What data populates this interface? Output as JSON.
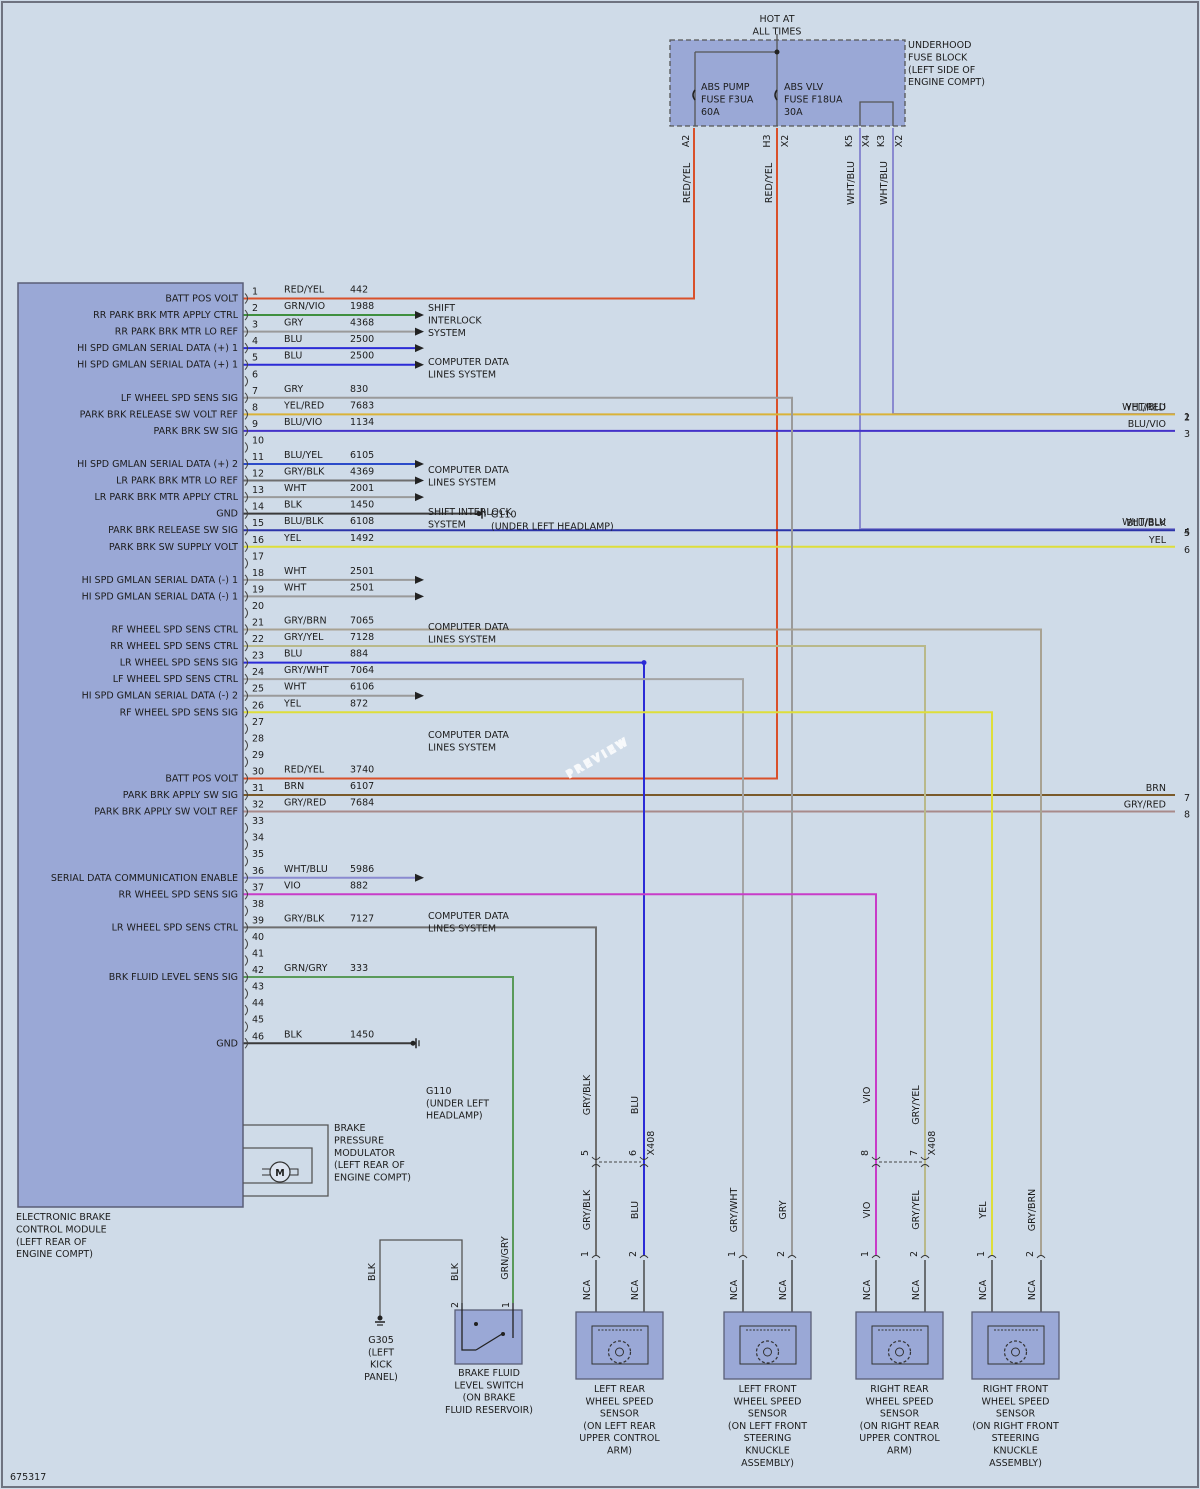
{
  "colors": {
    "background": "#cfdbe8",
    "component_fill": "#9aa8d6",
    "component_stroke": "#5a5e77",
    "RED/YEL": "#d9502a",
    "GRN/VIO": "#3f8f3f",
    "GRY": "#9a9a9a",
    "BLU": "#2b2bd6",
    "YEL/RED": "#d9b238",
    "BLU/VIO": "#4433c9",
    "BLU/YEL": "#2b4bc9",
    "GRY/BLK": "#6e6e6e",
    "WHT": "#9a9a9a",
    "BLK": "#3a3a3a",
    "BLU/BLK": "#2b33a8",
    "YEL": "#dede3a",
    "GRY/BRN": "#a8a292",
    "GRY/YEL": "#b9b98a",
    "GRY/WHT": "#a4a4a4",
    "BRN": "#7a5a2a",
    "GRY/RED": "#a88a8a",
    "WHT/BLU": "#8a8ad0",
    "VIO": "#c83cc8",
    "GRN/GRY": "#5a9a5a"
  },
  "title_hot": [
    "HOT AT",
    "ALL TIMES"
  ],
  "fuse_block": {
    "label": [
      "UNDERHOOD",
      "FUSE BLOCK",
      "(LEFT SIDE OF",
      "ENGINE COMPT)"
    ],
    "fuses": [
      {
        "lines": [
          "ABS PUMP",
          "FUSE F3UA",
          "60A"
        ]
      },
      {
        "lines": [
          "ABS VLV",
          "FUSE F18UA",
          "30A"
        ]
      }
    ],
    "terminals": [
      "A2",
      "H3",
      "X2",
      "K5",
      "X4",
      "K3",
      "X2"
    ],
    "wire_labels": [
      "RED/YEL",
      "RED/YEL",
      "WHT/BLU",
      "WHT/BLU"
    ]
  },
  "module": {
    "label": [
      "ELECTRONIC BRAKE",
      "CONTROL MODULE",
      "(LEFT REAR OF",
      "ENGINE COMPT)"
    ],
    "modulator_label": [
      "BRAKE",
      "PRESSURE",
      "MODULATOR",
      "(LEFT REAR OF",
      "ENGINE COMPT)"
    ],
    "motor_symbol": "M"
  },
  "pins": [
    {
      "n": "1",
      "sig": "BATT POS VOLT",
      "color": "RED/YEL",
      "circuit": "442"
    },
    {
      "n": "2",
      "sig": "RR PARK BRK MTR APPLY CTRL",
      "color": "GRN/VIO",
      "circuit": "1988"
    },
    {
      "n": "3",
      "sig": "RR PARK BRK MTR LO REF",
      "color": "GRY",
      "circuit": "4368"
    },
    {
      "n": "4",
      "sig": "HI SPD GMLAN SERIAL DATA (+) 1",
      "color": "BLU",
      "circuit": "2500"
    },
    {
      "n": "5",
      "sig": "HI SPD GMLAN SERIAL DATA (+) 1",
      "color": "BLU",
      "circuit": "2500"
    },
    {
      "n": "6",
      "sig": "",
      "color": "",
      "circuit": ""
    },
    {
      "n": "7",
      "sig": "LF WHEEL SPD SENS SIG",
      "color": "GRY",
      "circuit": "830"
    },
    {
      "n": "8",
      "sig": "PARK BRK RELEASE SW VOLT REF",
      "color": "YEL/RED",
      "circuit": "7683"
    },
    {
      "n": "9",
      "sig": "PARK BRK SW SIG",
      "color": "BLU/VIO",
      "circuit": "1134"
    },
    {
      "n": "10",
      "sig": "",
      "color": "",
      "circuit": ""
    },
    {
      "n": "11",
      "sig": "HI SPD GMLAN SERIAL DATA (+) 2",
      "color": "BLU/YEL",
      "circuit": "6105"
    },
    {
      "n": "12",
      "sig": "LR PARK BRK MTR LO REF",
      "color": "GRY/BLK",
      "circuit": "4369"
    },
    {
      "n": "13",
      "sig": "LR PARK BRK MTR APPLY CTRL",
      "color": "WHT",
      "circuit": "2001"
    },
    {
      "n": "14",
      "sig": "GND",
      "color": "BLK",
      "circuit": "1450"
    },
    {
      "n": "15",
      "sig": "PARK BRK RELEASE SW SIG",
      "color": "BLU/BLK",
      "circuit": "6108"
    },
    {
      "n": "16",
      "sig": "PARK BRK SW SUPPLY VOLT",
      "color": "YEL",
      "circuit": "1492"
    },
    {
      "n": "17",
      "sig": "",
      "color": "",
      "circuit": ""
    },
    {
      "n": "18",
      "sig": "HI SPD GMLAN SERIAL DATA (-) 1",
      "color": "WHT",
      "circuit": "2501"
    },
    {
      "n": "19",
      "sig": "HI SPD GMLAN SERIAL DATA (-) 1",
      "color": "WHT",
      "circuit": "2501"
    },
    {
      "n": "20",
      "sig": "",
      "color": "",
      "circuit": ""
    },
    {
      "n": "21",
      "sig": "RF WHEEL SPD SENS CTRL",
      "color": "GRY/BRN",
      "circuit": "7065"
    },
    {
      "n": "22",
      "sig": "RR WHEEL SPD SENS CTRL",
      "color": "GRY/YEL",
      "circuit": "7128"
    },
    {
      "n": "23",
      "sig": "LR WHEEL SPD SENS SIG",
      "color": "BLU",
      "circuit": "884"
    },
    {
      "n": "24",
      "sig": "LF WHEEL SPD SENS CTRL",
      "color": "GRY/WHT",
      "circuit": "7064"
    },
    {
      "n": "25",
      "sig": "HI SPD GMLAN SERIAL DATA (-) 2",
      "color": "WHT",
      "circuit": "6106"
    },
    {
      "n": "26",
      "sig": "RF WHEEL SPD SENS SIG",
      "color": "YEL",
      "circuit": "872"
    },
    {
      "n": "27",
      "sig": "",
      "color": "",
      "circuit": ""
    },
    {
      "n": "28",
      "sig": "",
      "color": "",
      "circuit": ""
    },
    {
      "n": "29",
      "sig": "",
      "color": "",
      "circuit": ""
    },
    {
      "n": "30",
      "sig": "BATT POS VOLT",
      "color": "RED/YEL",
      "circuit": "3740"
    },
    {
      "n": "31",
      "sig": "PARK BRK APPLY SW SIG",
      "color": "BRN",
      "circuit": "6107"
    },
    {
      "n": "32",
      "sig": "PARK BRK APPLY SW VOLT REF",
      "color": "GRY/RED",
      "circuit": "7684"
    },
    {
      "n": "33",
      "sig": "",
      "color": "",
      "circuit": ""
    },
    {
      "n": "34",
      "sig": "",
      "color": "",
      "circuit": ""
    },
    {
      "n": "35",
      "sig": "",
      "color": "",
      "circuit": ""
    },
    {
      "n": "36",
      "sig": "SERIAL DATA COMMUNICATION ENABLE",
      "color": "WHT/BLU",
      "circuit": "5986"
    },
    {
      "n": "37",
      "sig": "RR WHEEL SPD SENS SIG",
      "color": "VIO",
      "circuit": "882"
    },
    {
      "n": "38",
      "sig": "",
      "color": "",
      "circuit": ""
    },
    {
      "n": "39",
      "sig": "LR WHEEL SPD SENS CTRL",
      "color": "GRY/BLK",
      "circuit": "7127"
    },
    {
      "n": "40",
      "sig": "",
      "color": "",
      "circuit": ""
    },
    {
      "n": "41",
      "sig": "",
      "color": "",
      "circuit": ""
    },
    {
      "n": "42",
      "sig": "BRK FLUID LEVEL SENS SIG",
      "color": "GRN/GRY",
      "circuit": "333"
    },
    {
      "n": "43",
      "sig": "",
      "color": "",
      "circuit": ""
    },
    {
      "n": "44",
      "sig": "",
      "color": "",
      "circuit": ""
    },
    {
      "n": "45",
      "sig": "",
      "color": "",
      "circuit": ""
    },
    {
      "n": "46",
      "sig": "GND",
      "color": "BLK",
      "circuit": "1450"
    }
  ],
  "destinations": [
    {
      "lines": [
        "SHIFT",
        "INTERLOCK",
        "SYSTEM"
      ]
    },
    {
      "lines": [
        "COMPUTER DATA",
        "LINES SYSTEM"
      ]
    },
    {
      "lines": [
        "COMPUTER DATA",
        "LINES SYSTEM"
      ]
    },
    {
      "lines": [
        "SHIFT INTERLOCK",
        "SYSTEM"
      ]
    },
    {
      "lines": [
        "COMPUTER DATA",
        "LINES SYSTEM"
      ]
    },
    {
      "lines": [
        "COMPUTER DATA",
        "LINES SYSTEM"
      ]
    },
    {
      "lines": [
        "COMPUTER DATA",
        "LINES SYSTEM"
      ]
    }
  ],
  "grounds": [
    {
      "lines": [
        "G110",
        "(UNDER LEFT HEADLAMP)"
      ]
    },
    {
      "lines": [
        "G110",
        "(UNDER LEFT",
        "HEADLAMP)"
      ]
    },
    {
      "lines": [
        "G305",
        "(LEFT",
        "KICK",
        "PANEL)"
      ]
    }
  ],
  "right_outputs": [
    {
      "color": "WHT/BLU",
      "n": "1"
    },
    {
      "color": "YEL/RED",
      "n": "2"
    },
    {
      "color": "BLU/VIO",
      "n": "3"
    },
    {
      "color": "WHT/BLU",
      "n": "4"
    },
    {
      "color": "BLU/BLK",
      "n": "5"
    },
    {
      "color": "YEL",
      "n": "6"
    },
    {
      "color": "BRN",
      "n": "7"
    },
    {
      "color": "GRY/RED",
      "n": "8"
    }
  ],
  "connector_x408": {
    "name": "X408",
    "pins": [
      "5",
      "6",
      "8",
      "7"
    ],
    "upper_labels": [
      "GRY/BLK",
      "BLU",
      "VIO",
      "GRY/YEL"
    ]
  },
  "sensor_wires": [
    "GRY/BLK",
    "BLU",
    "GRY/WHT",
    "GRY",
    "VIO",
    "GRY/YEL",
    "YEL",
    "GRY/BRN"
  ],
  "sensor_pins": [
    "1",
    "2"
  ],
  "nca": "NCA",
  "sensors": [
    {
      "lines": [
        "LEFT REAR",
        "WHEEL SPEED",
        "SENSOR",
        "(ON LEFT REAR",
        "UPPER CONTROL",
        "ARM)"
      ]
    },
    {
      "lines": [
        "LEFT FRONT",
        "WHEEL SPEED",
        "SENSOR",
        "(ON LEFT FRONT",
        "STEERING",
        "KNUCKLE",
        "ASSEMBLY)"
      ]
    },
    {
      "lines": [
        "RIGHT REAR",
        "WHEEL SPEED",
        "SENSOR",
        "(ON RIGHT REAR",
        "UPPER CONTROL",
        "ARM)"
      ]
    },
    {
      "lines": [
        "RIGHT FRONT",
        "WHEEL SPEED",
        "SENSOR",
        "(ON RIGHT FRONT",
        "STEERING",
        "KNUCKLE",
        "ASSEMBLY)"
      ]
    }
  ],
  "fluid_switch": {
    "lines": [
      "BRAKE FLUID",
      "LEVEL SWITCH",
      "(ON BRAKE",
      "FLUID RESERVOIR)"
    ],
    "wire_labels": [
      "BLK",
      "BLK",
      "GRN/GRY"
    ],
    "pins": [
      "2",
      "1"
    ]
  },
  "watermark": "PREVIEW",
  "diagram_id": "675317"
}
